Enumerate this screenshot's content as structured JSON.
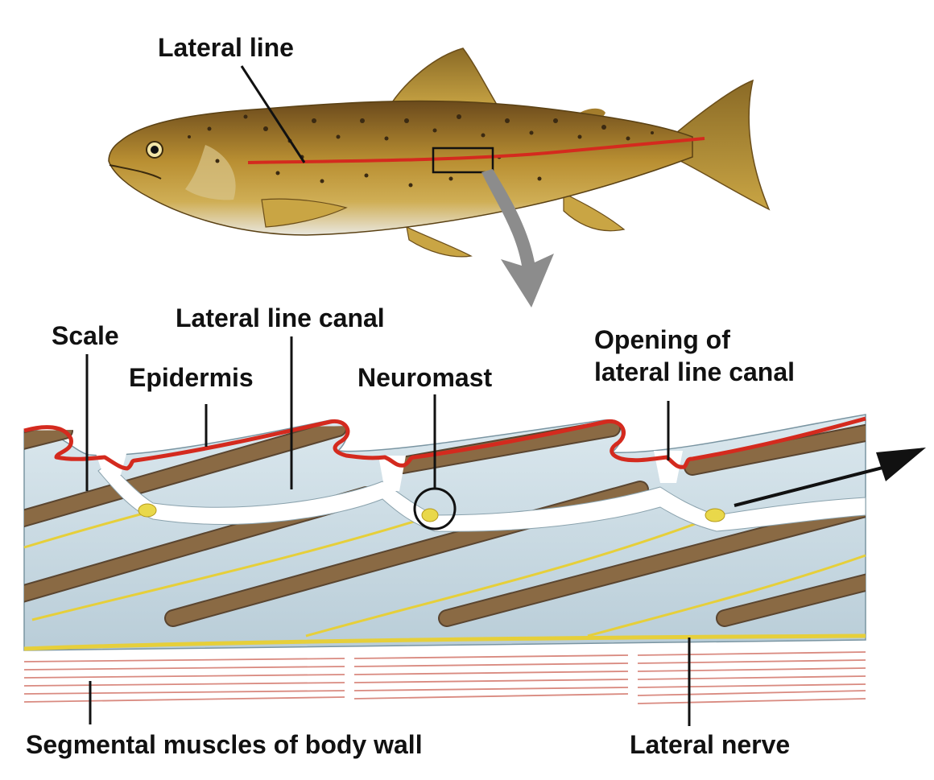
{
  "labels": {
    "lateral_line": "Lateral line",
    "scale": "Scale",
    "lateral_line_canal": "Lateral line canal",
    "epidermis": "Epidermis",
    "neuromast": "Neuromast",
    "opening_line1": "Opening of",
    "opening_line2": "lateral line canal",
    "segmental_muscles": "Segmental muscles of body wall",
    "lateral_nerve": "Lateral nerve"
  },
  "colors": {
    "fish_body": "#b58a2e",
    "fish_belly": "#e8e6dc",
    "lateral_line_red": "#d42a1e",
    "scale_brown": "#8a6a44",
    "dermis_blue": "#c9dbe3",
    "nerve_yellow": "#e6cf3a",
    "muscle_red": "#d98a80",
    "arrow_gray": "#8c8c8c"
  }
}
